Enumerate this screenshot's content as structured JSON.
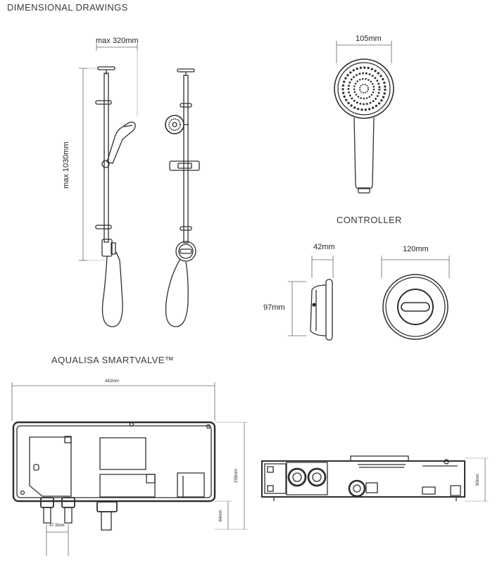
{
  "headings": {
    "main": "DIMENSIONAL DRAWINGS",
    "controller": "CONTROLLER",
    "smartvalve": "AQUALISA SMARTVALVE™"
  },
  "dimensions": {
    "rail_width": "max 320mm",
    "rail_height": "max 1030mm",
    "handset_width": "105mm",
    "controller_depth": "42mm",
    "controller_diameter": "120mm",
    "controller_height": "97mm",
    "valve_width": "442mm",
    "valve_height": "235mm",
    "valve_depth": "90mm",
    "inlet_spacing": "47.5mm",
    "inlet_offset": "64mm"
  },
  "colors": {
    "line": "#2e2e2e",
    "dim_line": "#6a6a6a",
    "text": "#2b2b2b"
  }
}
